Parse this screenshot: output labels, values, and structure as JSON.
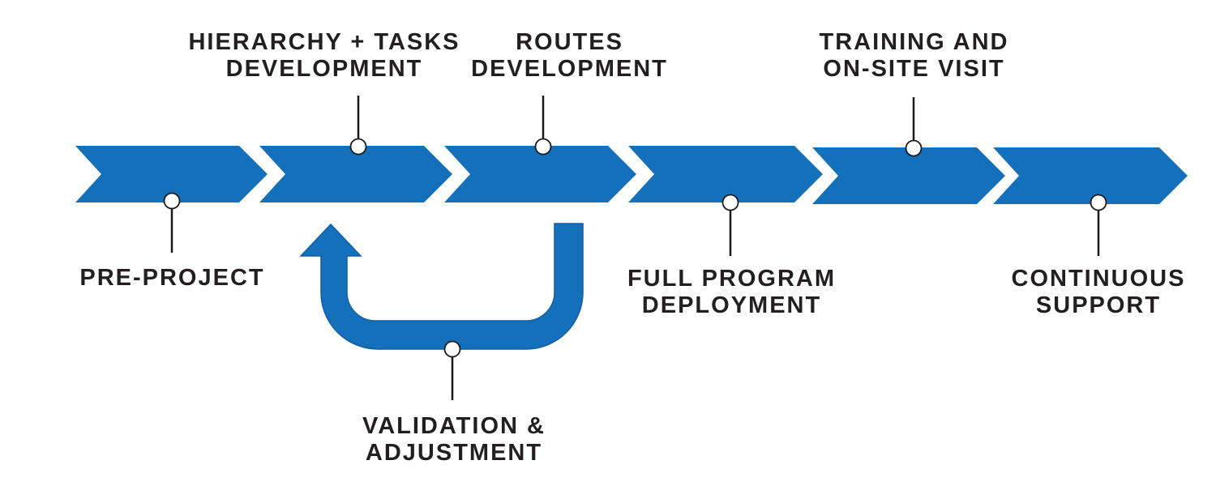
{
  "diagram": {
    "colors": {
      "chevron": "#1470bb",
      "chevron_edge": "#0d5fa6",
      "text": "#231f20",
      "connector": "#1a1a1a",
      "background": "#ffffff"
    },
    "stages": [
      {
        "id": "pre-project",
        "line1": "PRE-PROJECT",
        "line2": ""
      },
      {
        "id": "hierarchy-tasks",
        "line1": "HIERARCHY + TASKS",
        "line2": "DEVELOPMENT"
      },
      {
        "id": "routes",
        "line1": "ROUTES",
        "line2": "DEVELOPMENT"
      },
      {
        "id": "full-program",
        "line1": "FULL PROGRAM",
        "line2": "DEPLOYMENT"
      },
      {
        "id": "training",
        "line1": "TRAINING AND",
        "line2": "ON-SITE VISIT"
      },
      {
        "id": "continuous-support",
        "line1": "CONTINUOUS",
        "line2": "SUPPORT"
      }
    ],
    "feedback_loop": {
      "line1": "VALIDATION &",
      "line2": "ADJUSTMENT"
    }
  }
}
